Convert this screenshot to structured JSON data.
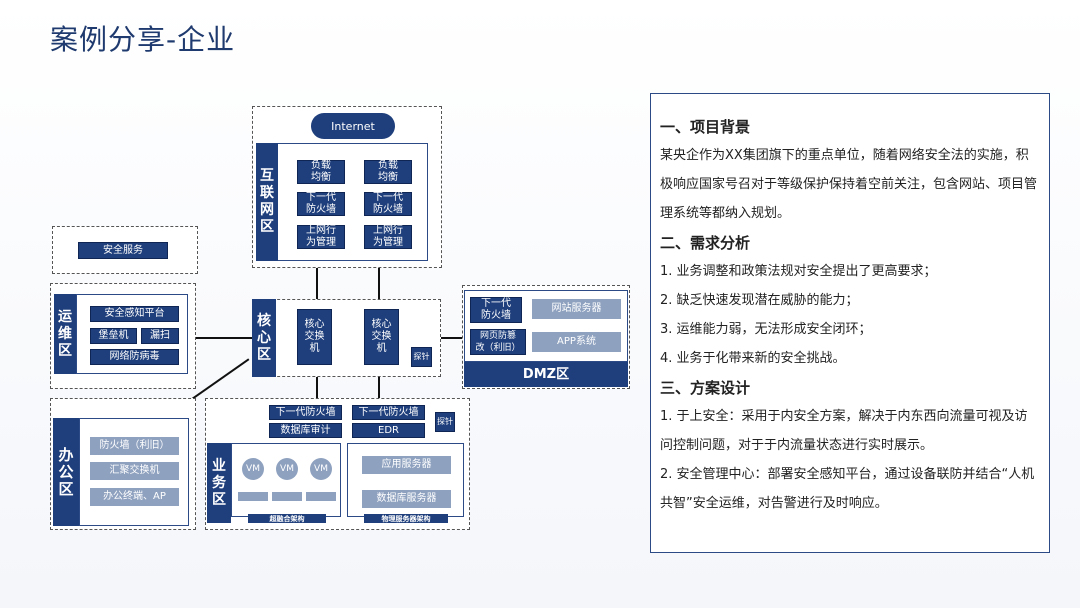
{
  "title": "案例分享-企业",
  "diagram": {
    "internet": "Internet",
    "internet_zone": {
      "label": "互\n联\n网\n区",
      "boxes": [
        "负载\n均衡",
        "负载\n均衡",
        "下一代\n防火墙",
        "下一代\n防火墙",
        "上网行\n为管理",
        "上网行\n为管理"
      ]
    },
    "security_service": "安全服务",
    "ops_zone": {
      "label": "运\n维\n区",
      "boxes": [
        "安全感知平台",
        "堡垒机",
        "漏扫",
        "网络防病毒"
      ]
    },
    "core_zone": {
      "label": "核\n心\n区",
      "switch1": "核心\n交换\n机",
      "switch2": "核心\n交换\n机",
      "probe": "探针"
    },
    "dmz_zone": {
      "label": "DMZ区",
      "boxes": [
        "下一代\n防火墙",
        "网站服务器",
        "网页防篡\n改（利旧）",
        "APP系统"
      ]
    },
    "office_zone": {
      "label": "办\n公\n区",
      "boxes": [
        "防火墙（利旧）",
        "汇聚交换机",
        "办公终端、AP"
      ]
    },
    "business_zone": {
      "label": "业\n务\n区",
      "top_boxes": [
        "下一代防火墙",
        "数据库审计",
        "下一代防火墙",
        "EDR",
        "探针"
      ],
      "vm": [
        "VM",
        "VM",
        "VM"
      ],
      "hci_caption": "超融合架构",
      "phys_caption": "物理服务器架构",
      "phys_boxes": [
        "应用服务器",
        "数据库服务器"
      ]
    }
  },
  "panel": {
    "sections": [
      {
        "heading": "一、项目背景",
        "text": "某央企作为XX集团旗下的重点单位，随着网络安全法的实施，积极响应国家号召对于等级保护保持着空前关注，包含网站、项目管理系统等都纳入规划。"
      },
      {
        "heading": "二、需求分析",
        "items": [
          "1. 业务调整和政策法规对安全提出了更高要求；",
          "2. 缺乏快速发现潜在威胁的能力；",
          "3. 运维能力弱，无法形成安全闭环；",
          "4. 业务于化带来新的安全挑战。"
        ]
      },
      {
        "heading": "三、方案设计",
        "items": [
          "1. 于上安全：采用于内安全方案，解决于内东西向流量可视及访问控制问题，对于于内流量状态进行实时展示。",
          "2. 安全管理中心：部署安全感知平台，通过设备联防并结合“人机共智”安全运维，对告警进行及时响应。"
        ]
      }
    ]
  },
  "colors": {
    "navy": "#1f3f7c",
    "grey_blue": "#8ea1bf",
    "title": "#1f3a6e"
  }
}
